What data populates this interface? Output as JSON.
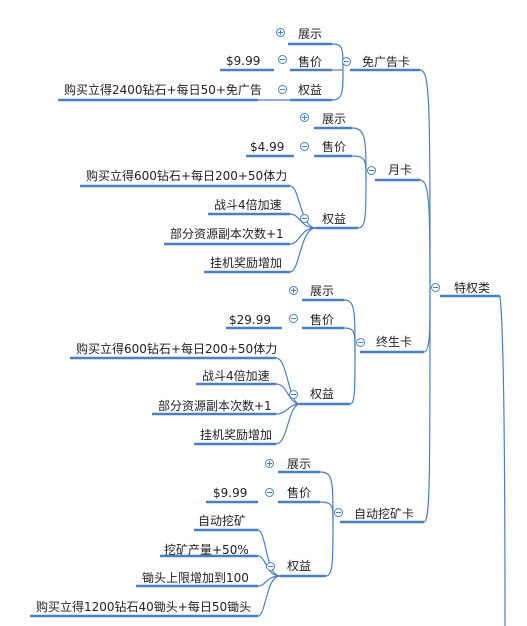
{
  "root": {
    "label": "特权类"
  },
  "branches": [
    {
      "label": "免广告卡",
      "show": {
        "label": "展示"
      },
      "price": {
        "label": "售价",
        "value": "$9.99"
      },
      "rights": {
        "label": "权益",
        "items": [
          "购买立得2400钻石+每日50+免广告"
        ]
      }
    },
    {
      "label": "月卡",
      "show": {
        "label": "展示"
      },
      "price": {
        "label": "售价",
        "value": "$4.99"
      },
      "rights": {
        "label": "权益",
        "items": [
          "购买立得600钻石+每日200+50体力",
          "战斗4倍加速",
          "部分资源副本次数+1",
          "挂机奖励增加"
        ]
      }
    },
    {
      "label": "终生卡",
      "show": {
        "label": "展示"
      },
      "price": {
        "label": "售价",
        "value": "$29.99"
      },
      "rights": {
        "label": "权益",
        "items": [
          "购买立得600钻石+每日200+50体力",
          "战斗4倍加速",
          "部分资源副本次数+1",
          "挂机奖励增加"
        ]
      }
    },
    {
      "label": "自动挖矿卡",
      "show": {
        "label": "展示"
      },
      "price": {
        "label": "售价",
        "value": "$9.99"
      },
      "rights": {
        "label": "权益",
        "items": [
          "自动挖矿",
          "挖矿产量+50%",
          "锄头上限增加到100",
          "购买立得1200钻石40锄头+每日50锄头"
        ]
      }
    }
  ],
  "colors": {
    "line": "#4a7fc1",
    "text": "#222222",
    "background": "#ffffff"
  }
}
